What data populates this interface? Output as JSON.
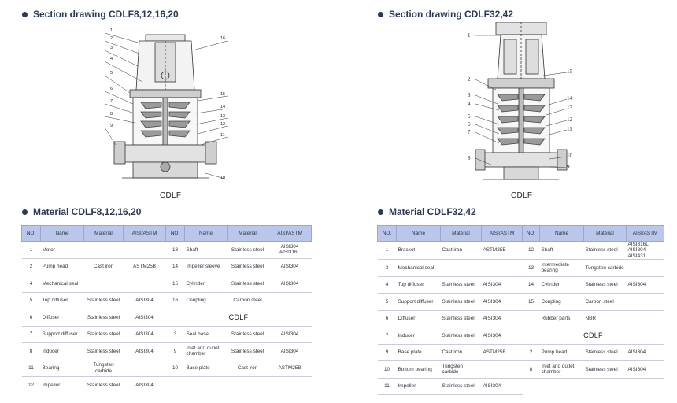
{
  "left_section": {
    "drawing_title": "Section drawing CDLF8,12,16,20",
    "caption": "CDLF",
    "callouts_left": [
      "1",
      "2",
      "3",
      "4",
      "5",
      "6",
      "7",
      "8",
      "9"
    ],
    "callouts_right": [
      "16",
      "15",
      "14",
      "13",
      "12",
      "11",
      "10"
    ]
  },
  "right_section": {
    "drawing_title": "Section drawing CDLF32,42",
    "caption": "CDLF",
    "callouts_left": [
      "1",
      "2",
      "3",
      "4",
      "5",
      "6",
      "7",
      "8"
    ],
    "callouts_right": [
      "15",
      "14",
      "13",
      "12",
      "11",
      "10",
      "9"
    ]
  },
  "left_material": {
    "title": "Material CDLF8,12,16,20",
    "headers": [
      "NO.",
      "Name",
      "Material",
      "AISI/ASTM",
      "NO.",
      "Name",
      "Material",
      "AISI/ASTM"
    ],
    "rows": [
      [
        "1",
        "Motor",
        "",
        "",
        "13",
        "Shaft",
        "Stainless steel",
        "AISI304\nAISI316L"
      ],
      [
        "2",
        "Pump head",
        "Cast iron",
        "ASTM25B",
        "14",
        "Impeller sleeve",
        "Stainless steel",
        "AISI304"
      ],
      [
        "4",
        "Mechanical seal",
        "",
        "",
        "15",
        "Cylinder",
        "Stainless steel",
        "AISI304"
      ],
      [
        "5",
        "Top diffuser",
        "Stainless steel",
        "AISI304",
        "16",
        "Coupling",
        "Carbon steel",
        ""
      ],
      [
        "6",
        "Diffuser",
        "Stainless steel",
        "AISI304",
        "CDLF",
        "",
        "",
        ""
      ],
      [
        "7",
        "Support diffuser",
        "Stainless steel",
        "AISI304",
        "3",
        "Seal base",
        "Stainless steel",
        "AISI304"
      ],
      [
        "8",
        "Inducer",
        "Stainless steel",
        "AISI304",
        "9",
        "Inlet and outlet\nchamber",
        "Stainless steel",
        "AISI304"
      ],
      [
        "11",
        "Bearing",
        "Tungsten carbide",
        "",
        "10",
        "Base plate",
        "Cast iron",
        "ASTM25B"
      ],
      [
        "12",
        "Impeller",
        "Stainless steel",
        "AISI304",
        "",
        "",
        "",
        ""
      ]
    ]
  },
  "right_material": {
    "title": "Material CDLF32,42",
    "headers": [
      "NO.",
      "Name",
      "Material",
      "AISI/ASTM",
      "NO.",
      "Name",
      "Material",
      "AISI/ASTM"
    ],
    "rows": [
      [
        "1",
        "Bracket",
        "Cast iron",
        "ASTM25B",
        "12",
        "Shaft",
        "Stainless steel",
        "AISI316L\nAISI304\nAISI431"
      ],
      [
        "3",
        "Mechanical seal",
        "",
        "",
        "13",
        "Intermediate\nbearing",
        "Tungsten carbide",
        ""
      ],
      [
        "4",
        "Top diffuser",
        "Stainless steel",
        "AISI304",
        "14",
        "Cylinder",
        "Stainless steel",
        "AISI304"
      ],
      [
        "5",
        "Support diffuser",
        "Stainless steel",
        "AISI304",
        "15",
        "Coupling",
        "Carbon steel",
        ""
      ],
      [
        "6",
        "Diffuser",
        "Stainless steel",
        "AISI304",
        "",
        "Rubber parts",
        "NBR",
        ""
      ],
      [
        "7",
        "Inducer",
        "Stainless steel",
        "AISI304",
        "CDLF",
        "",
        "",
        ""
      ],
      [
        "9",
        "Base plate",
        "Cast iron",
        "ASTM25B",
        "2",
        "Pump head",
        "Stainless steel",
        "AISI304"
      ],
      [
        "10",
        "Bottom bearing",
        "Tungsten carbide",
        "",
        "8",
        "Inlet and outlet\nchamber",
        "Stainless steel",
        "AISI304"
      ],
      [
        "11",
        "Impeller",
        "Stainless steel",
        "AISI304",
        "",
        "",
        "",
        ""
      ]
    ]
  }
}
